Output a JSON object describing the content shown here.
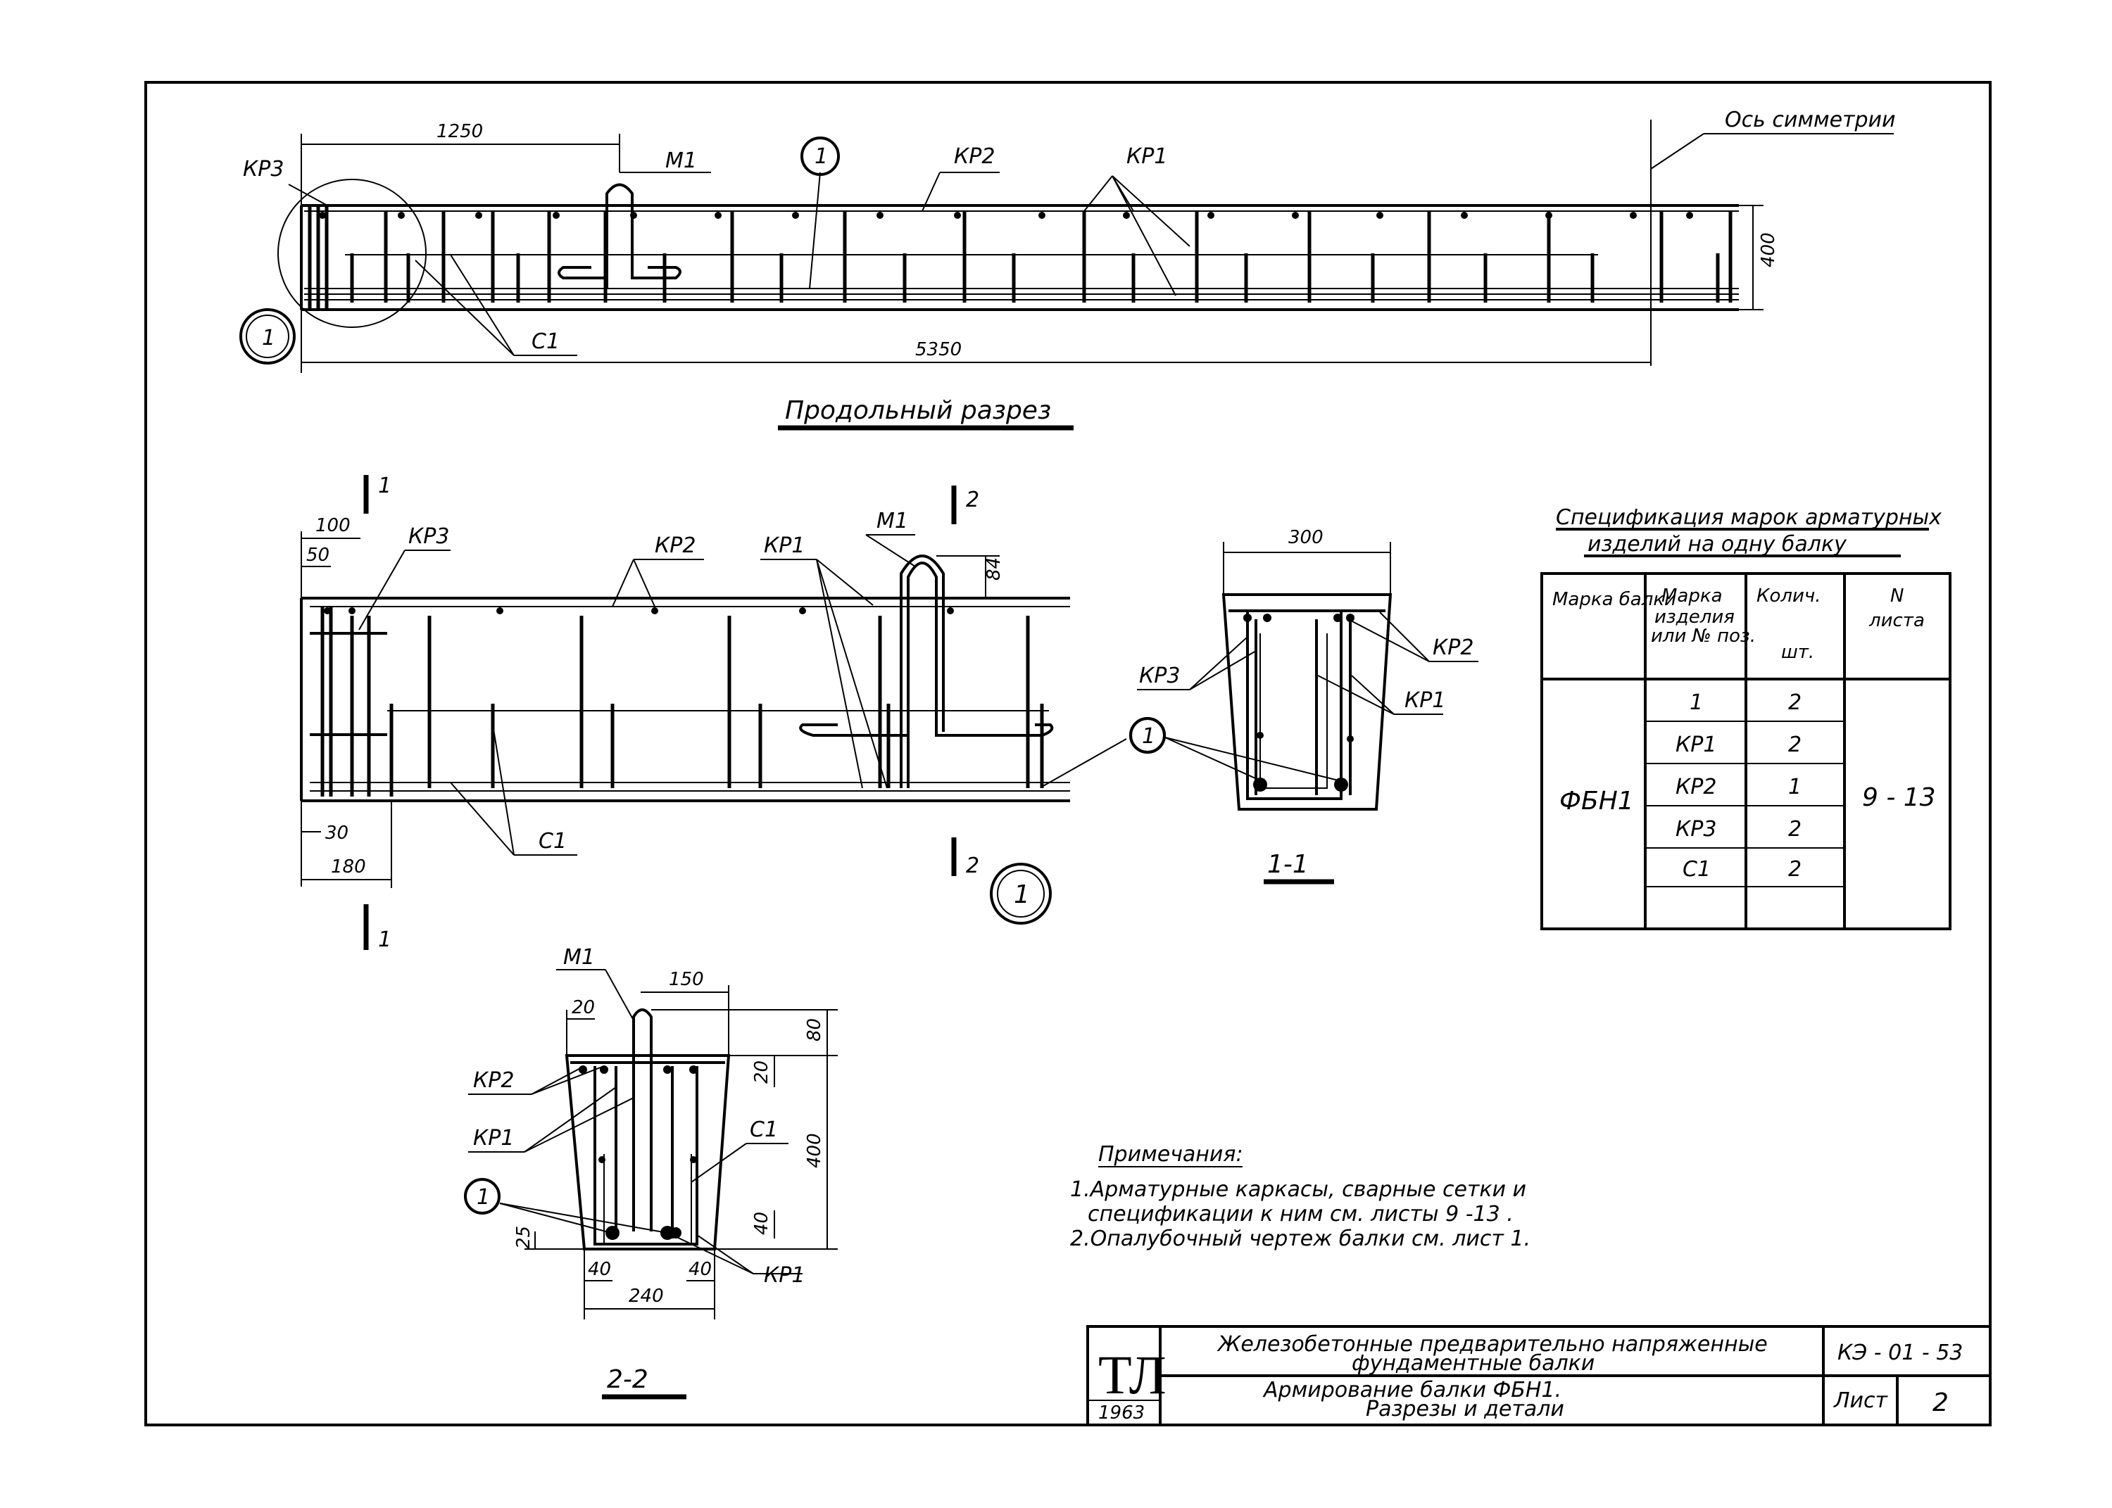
{
  "longitudinal": {
    "dims": {
      "d1250": "1250",
      "d5350": "5350",
      "d400": "400"
    },
    "labels": {
      "kr3": "КР3",
      "m1": "М1",
      "kr2": "КР2",
      "kr1": "КР1",
      "c1": "С1",
      "pos1": "1",
      "detail1": "1"
    },
    "axis_label": "Ось симметрии",
    "caption": "Продольный разрез"
  },
  "detail": {
    "section_marks": {
      "s1a": "1",
      "s1b": "1",
      "s2a": "2",
      "s2b": "2"
    },
    "dims": {
      "d100": "100",
      "d50": "50",
      "d30": "30",
      "d180": "180",
      "d84": "84"
    },
    "labels": {
      "kr3": "КР3",
      "kr2": "КР2",
      "kr1": "КР1",
      "m1": "М1",
      "c1": "С1",
      "pos1": "1",
      "detail1": "1"
    }
  },
  "section11": {
    "dims": {
      "d300": "300"
    },
    "labels": {
      "kr3": "КР3",
      "kr2": "КР2",
      "kr1": "КР1",
      "pos1": "1"
    },
    "caption": "1-1"
  },
  "section22": {
    "dims": {
      "d150": "150",
      "d20a": "20",
      "d80": "80",
      "d20b": "20",
      "d400": "400",
      "d40": "40",
      "d25": "25",
      "d40a": "40",
      "d40b": "40",
      "d240": "240"
    },
    "labels": {
      "m1": "М1",
      "kr2": "КР2",
      "kr1a": "КР1",
      "kr1b": "КР1",
      "c1": "С1",
      "pos1": "1"
    },
    "caption": "2-2"
  },
  "spec": {
    "title_line1": "Спецификация марок арматурных",
    "title_line2": "изделий на одну балку",
    "headers": {
      "col1": "Марка балки",
      "col2_l1": "Марка",
      "col2_l2": "изделия",
      "col2_l3": "или № поз.",
      "col3_l1": "Колич.",
      "col3_l2": "шт.",
      "col4_l1": "N",
      "col4_l2": "листа"
    },
    "beam": "ФБН1",
    "sheets": "9 - 13",
    "rows": [
      {
        "mark": "1",
        "qty": "2"
      },
      {
        "mark": "КР1",
        "qty": "2"
      },
      {
        "mark": "КР2",
        "qty": "1"
      },
      {
        "mark": "КР3",
        "qty": "2"
      },
      {
        "mark": "С1",
        "qty": "2"
      },
      {
        "mark": "",
        "qty": ""
      }
    ]
  },
  "notes": {
    "title": "Примечания:",
    "line1": "1.Арматурные каркасы, сварные сетки и",
    "line2": "спецификации к ним см. листы 9 -13 .",
    "line3": "2.Опалубочный чертеж балки см. лист 1."
  },
  "stamp": {
    "logo": "ТЛ",
    "year": "1963",
    "title_l1": "Железобетонные предварительно напряженные",
    "title_l2": "фундаментные балки",
    "sub_l1": "Армирование балки ФБН1.",
    "sub_l2": "Разрезы и детали",
    "code": "КЭ - 01 - 53",
    "sheet_label": "Лист",
    "sheet_no": "2"
  }
}
